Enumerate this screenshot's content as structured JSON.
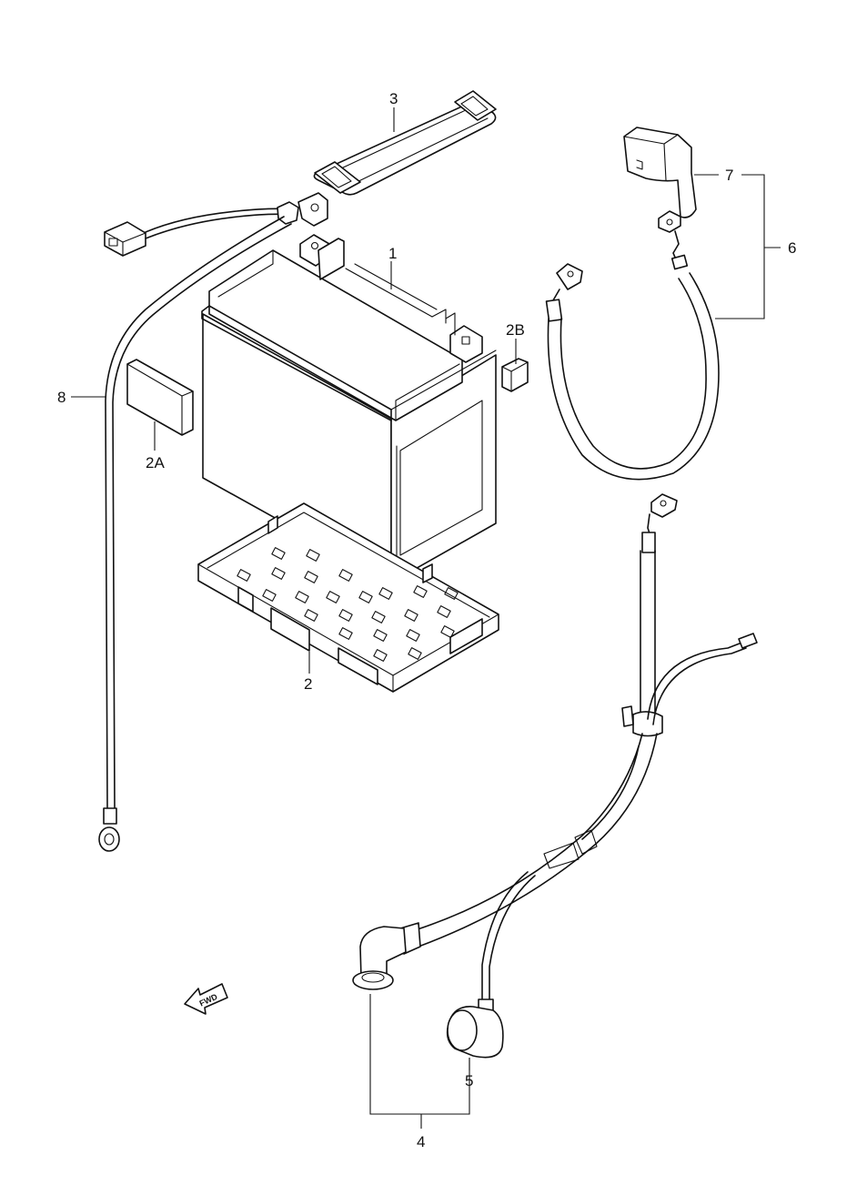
{
  "labels": {
    "battery": "1",
    "tray": "2",
    "pad_a": "2A",
    "pad_b": "2B",
    "band": "3",
    "starter_cable": "4",
    "cap": "5",
    "positive_lead": "6",
    "terminal_cover": "7",
    "ground_wire": "8"
  },
  "fwd_marker": "FWD"
}
